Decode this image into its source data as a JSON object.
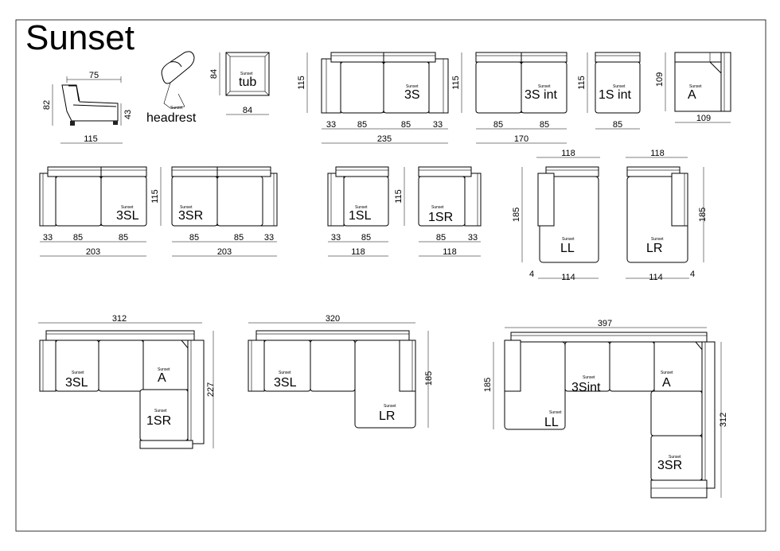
{
  "title": "Sunset",
  "brand_tag": "Sunset",
  "side": {
    "w": "75",
    "h": "82",
    "seat": "43",
    "len": "115"
  },
  "headrest": {
    "label": "headrest"
  },
  "tub": {
    "label": "tub",
    "w": "84",
    "h": "84"
  },
  "s3": {
    "label": "3S",
    "h": "115",
    "d1": "33",
    "d2": "85",
    "d3": "85",
    "d4": "33",
    "total": "235"
  },
  "s3int": {
    "label": "3S int",
    "h": "115",
    "d1": "85",
    "d2": "85",
    "total": "170"
  },
  "s1int": {
    "label": "1S int",
    "h": "115",
    "d1": "85"
  },
  "a": {
    "label": "A",
    "h": "109",
    "d1": "109"
  },
  "s3sl": {
    "label": "3SL",
    "h": "115",
    "d1": "33",
    "d2": "85",
    "d3": "85",
    "total": "203"
  },
  "s3sr": {
    "label": "3SR",
    "d1": "85",
    "d2": "85",
    "d3": "33",
    "total": "203"
  },
  "s1sl": {
    "label": "1SL",
    "h": "115",
    "d1": "33",
    "d2": "85",
    "total": "118"
  },
  "s1sr": {
    "label": "1SR",
    "d1": "85",
    "d2": "33",
    "total": "118"
  },
  "ll": {
    "label": "LL",
    "top": "118",
    "h": "185",
    "d1": "4",
    "d2": "114"
  },
  "lr": {
    "label": "LR",
    "top": "118",
    "h": "185",
    "d1": "114",
    "d2": "4"
  },
  "combo1": {
    "top": "312",
    "right": "227",
    "l1": "3SL",
    "l2": "A",
    "l3": "1SR"
  },
  "combo2": {
    "top": "320",
    "right": "185",
    "l1": "3SL",
    "l2": "LR"
  },
  "combo3": {
    "top": "397",
    "left": "185",
    "right": "312",
    "l1": "3Sint",
    "l2": "A",
    "l3": "LL",
    "l4": "3SR"
  }
}
